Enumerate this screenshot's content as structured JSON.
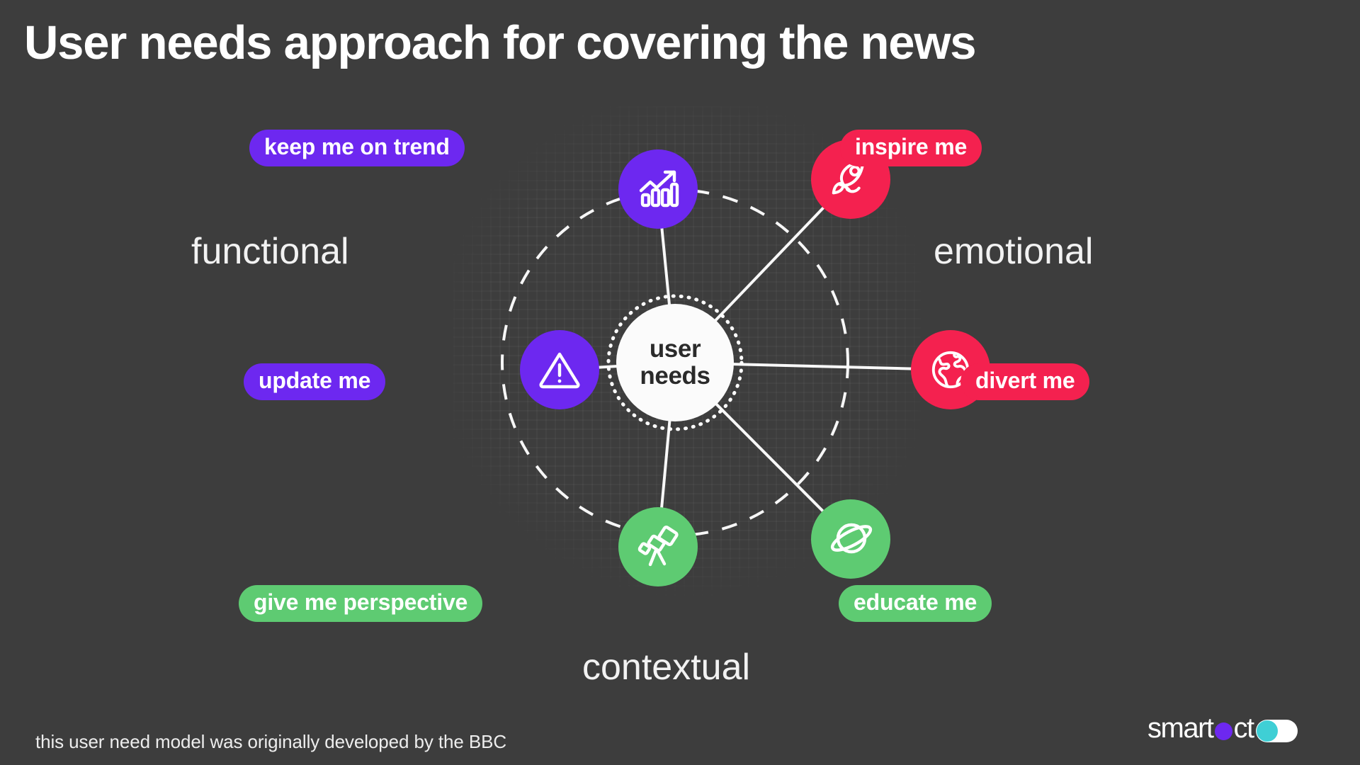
{
  "slide": {
    "background_color": "#3d3d3d",
    "title": "User needs approach for covering the news",
    "footer_note": "this user need model was originally developed by the BBC"
  },
  "categories": [
    {
      "id": "functional",
      "label": "functional"
    },
    {
      "id": "emotional",
      "label": "emotional"
    },
    {
      "id": "contextual",
      "label": "contextual"
    }
  ],
  "hub": {
    "line1": "user",
    "line2": "needs"
  },
  "colors": {
    "purple": "#6d28f0",
    "pink": "#f4214f",
    "green": "#5ecb72",
    "hub_fill": "#fbfbfb",
    "text_on_dark": "#ffffff"
  },
  "nodes": [
    {
      "id": "keep-me-on-trend",
      "badge": "keep me on trend",
      "icon": "trend-chart-icon",
      "color": "purple",
      "category": "functional"
    },
    {
      "id": "inspire-me",
      "badge": "inspire me",
      "icon": "rocket-icon",
      "color": "pink",
      "category": "emotional"
    },
    {
      "id": "update-me",
      "badge": "update me",
      "icon": "warning-icon",
      "color": "purple",
      "category": "functional"
    },
    {
      "id": "divert-me",
      "badge": "divert me",
      "icon": "globe-icon",
      "color": "pink",
      "category": "emotional"
    },
    {
      "id": "give-me-perspective",
      "badge": "give me perspective",
      "icon": "telescope-icon",
      "color": "green",
      "category": "contextual"
    },
    {
      "id": "educate-me",
      "badge": "educate me",
      "icon": "planet-icon",
      "color": "green",
      "category": "contextual"
    }
  ],
  "logo": {
    "text_before": "smart",
    "text_after": "ct",
    "full_name": "smartocto"
  }
}
